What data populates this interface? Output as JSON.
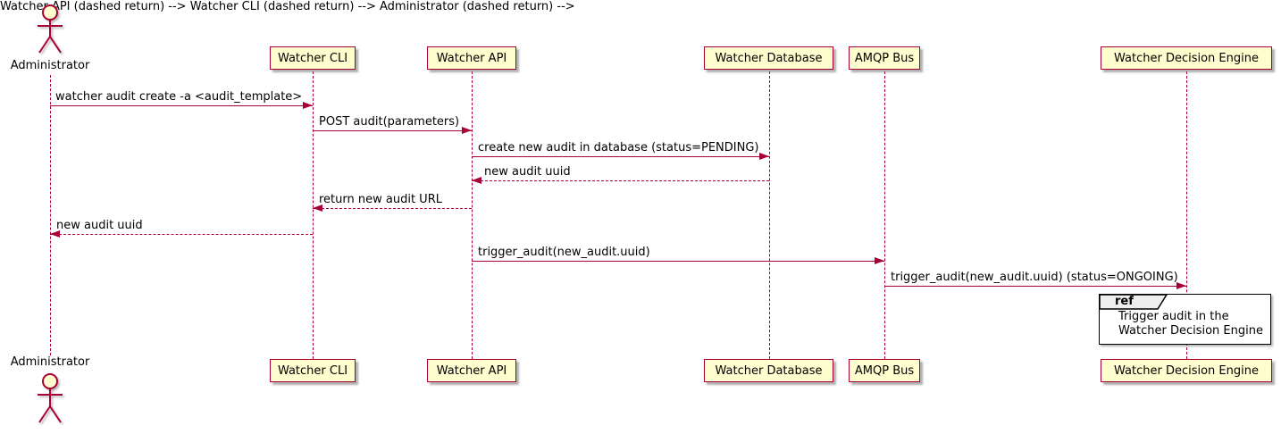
{
  "participants": [
    {
      "label": "Administrator",
      "kind": "actor"
    },
    {
      "label": "Watcher CLI",
      "kind": "participant"
    },
    {
      "label": "Watcher API",
      "kind": "participant"
    },
    {
      "label": "Watcher Database",
      "kind": "participant"
    },
    {
      "label": "AMQP Bus",
      "kind": "participant"
    },
    {
      "label": "Watcher Decision Engine",
      "kind": "participant"
    }
  ],
  "messages": [
    {
      "from": "Administrator",
      "to": "Watcher CLI",
      "label": "watcher audit create -a <audit_template>",
      "style": "solid"
    },
    {
      "from": "Watcher CLI",
      "to": "Watcher API",
      "label": "POST audit(parameters)",
      "style": "solid"
    },
    {
      "from": "Watcher API",
      "to": "Watcher Database",
      "label": "create new audit in database (status=PENDING)",
      "style": "solid"
    },
    {
      "from": "Watcher Database",
      "to": "Watcher API",
      "label": "new audit uuid",
      "style": "dashed"
    },
    {
      "from": "Watcher API",
      "to": "Watcher CLI",
      "label": "return new audit URL",
      "style": "dashed"
    },
    {
      "from": "Watcher CLI",
      "to": "Administrator",
      "label": "new audit uuid",
      "style": "dashed"
    },
    {
      "from": "Watcher API",
      "to": "AMQP Bus",
      "label": "trigger_audit(new_audit.uuid)",
      "style": "solid"
    },
    {
      "from": "AMQP Bus",
      "to": "Watcher Decision Engine",
      "label": "trigger_audit(new_audit.uuid) (status=ONGOING)",
      "style": "solid"
    }
  ],
  "ref": {
    "keyword": "ref",
    "lines": [
      "Trigger audit in the",
      "Watcher Decision Engine"
    ]
  },
  "colors": {
    "participant_fill": "#FEFECE",
    "line": "#A80036",
    "text": "#000000",
    "ref_border": "#000000",
    "ref_tab_fill": "#EEEEEE",
    "background": "#FFFFFF"
  }
}
